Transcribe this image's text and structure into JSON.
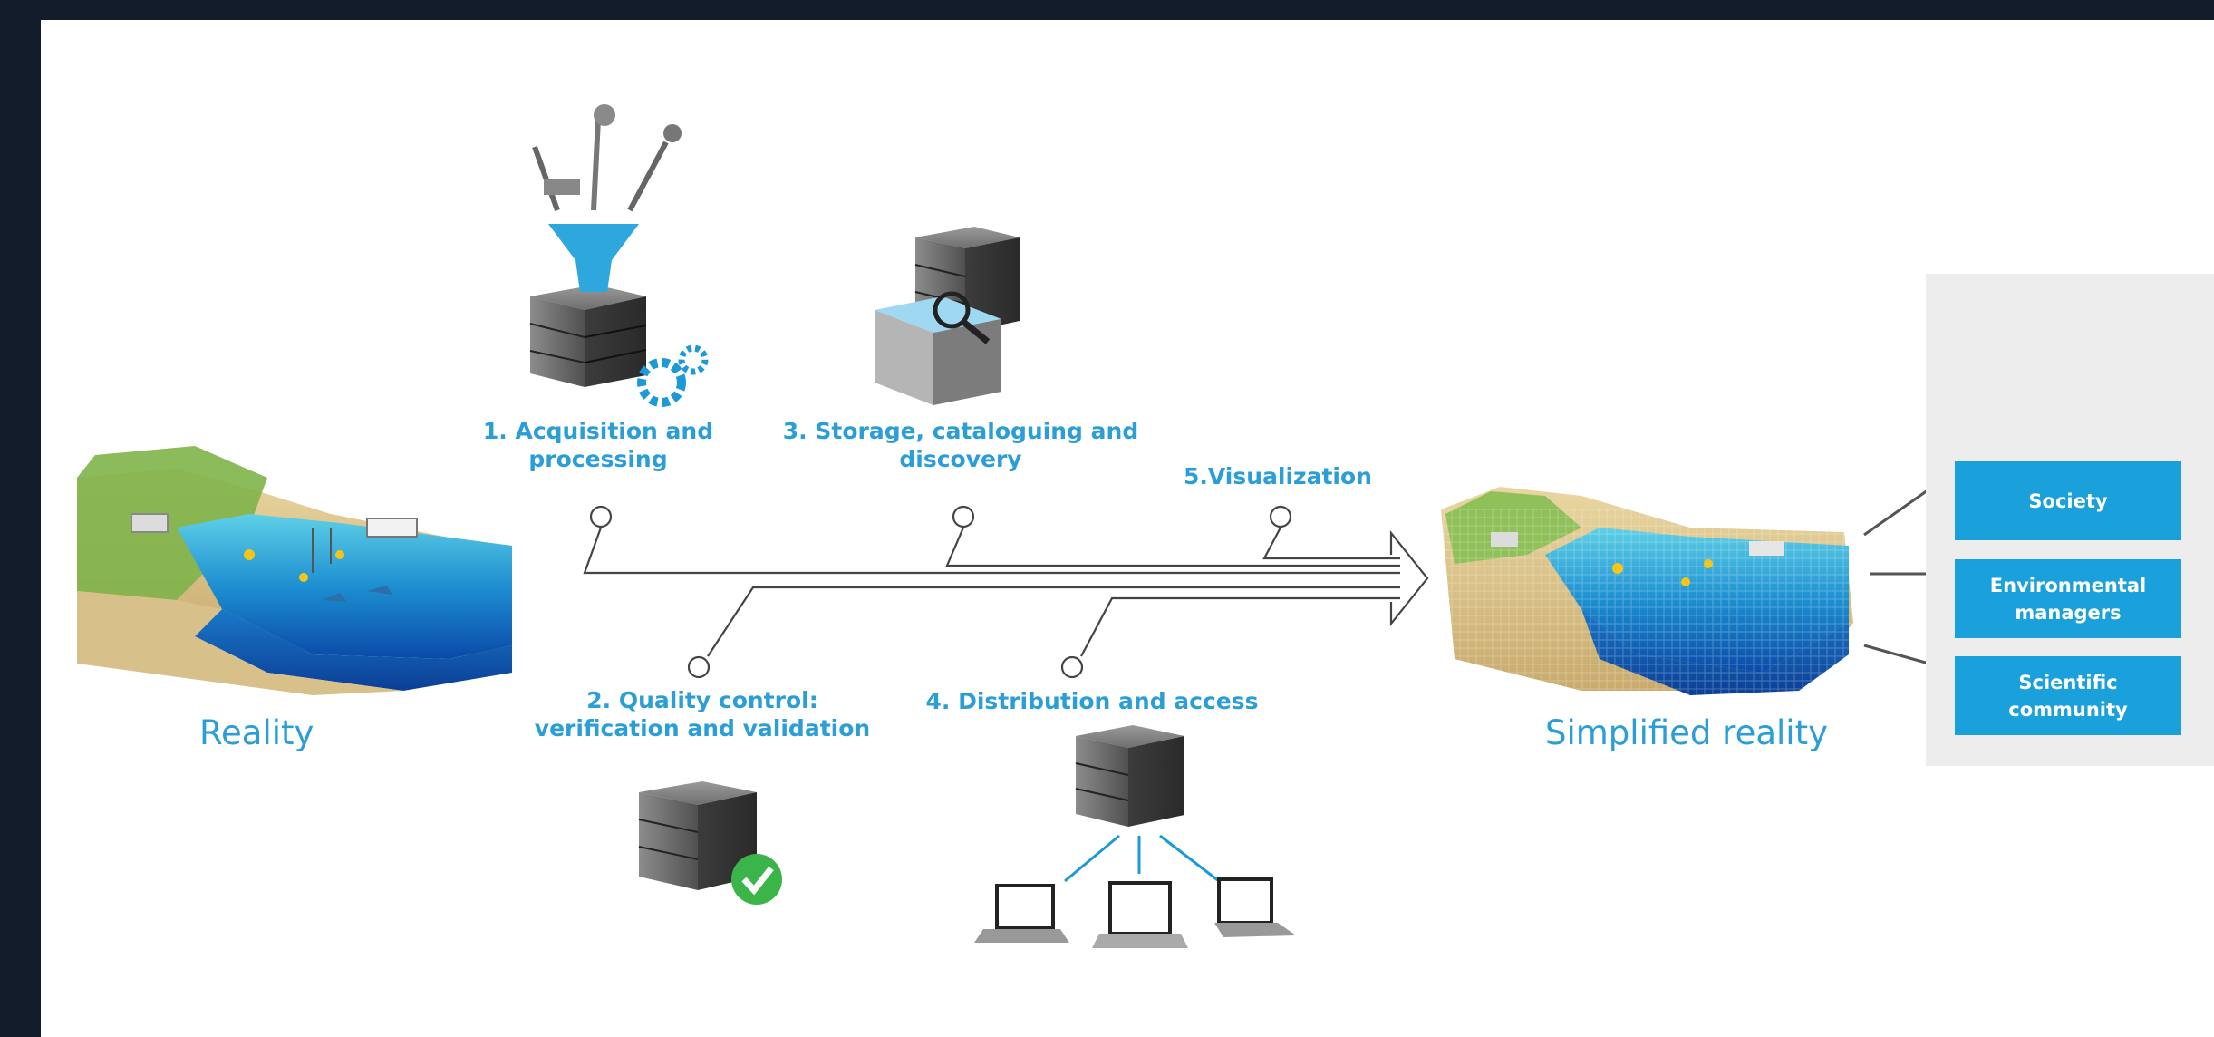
{
  "labels": {
    "reality": "Reality",
    "simplified_reality": "Simplified reality"
  },
  "steps": [
    {
      "label": "1. Acquisition and\nprocessing"
    },
    {
      "label": "2. Quality control:\nverification and validation"
    },
    {
      "label": "3. Storage, cataloguing and\ndiscovery"
    },
    {
      "label": "4. Distribution and access"
    },
    {
      "label": "5.Visualization"
    }
  ],
  "stakeholders": [
    "Society",
    "Environmental\nmanagers",
    "Scientific\ncommunity"
  ],
  "colors": {
    "background": "#121c2b",
    "accent": "#2b9ed8",
    "stakeholder_box": "#1aa0db",
    "stakeholder_panel": "#ededed"
  }
}
